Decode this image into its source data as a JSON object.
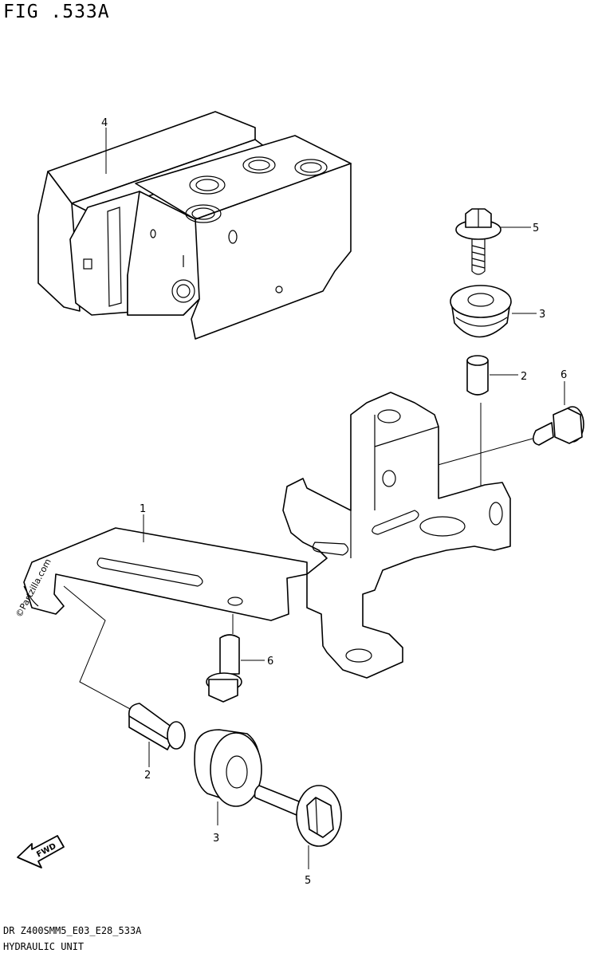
{
  "header": {
    "figure_title": "FIG .533A"
  },
  "footer": {
    "code": "DR Z400SMM5_E03_E28_533A",
    "section_name": "HYDRAULIC UNIT"
  },
  "watermark": {
    "text": "©Partzilla.com"
  },
  "fwd_label": "FWD",
  "callouts": {
    "hydraulic_unit": "4",
    "bracket": "1",
    "bolt_top": "5",
    "grommet_top": "3",
    "collar_top": "2",
    "bolt_right": "6",
    "bolt_center": "6",
    "collar_bottom": "2",
    "grommet_bottom": "3",
    "bolt_bottom": "5"
  }
}
